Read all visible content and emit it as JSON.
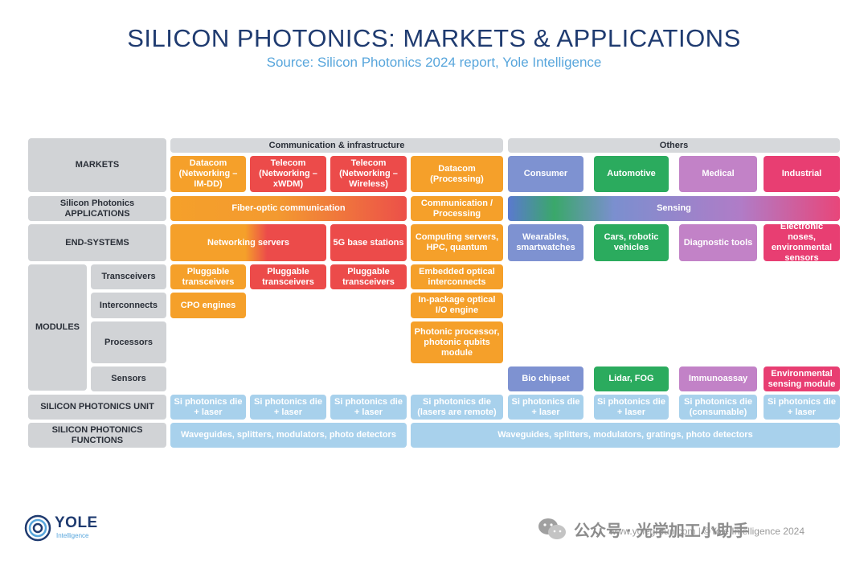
{
  "title": "SILICON PHOTONICS: MARKETS & APPLICATIONS",
  "subtitle": "Source: Silicon Photonics 2024 report, Yole Intelligence",
  "rows": {
    "markets": "MARKETS",
    "applications": "Silicon Photonics APPLICATIONS",
    "end_systems": "END-SYSTEMS",
    "modules": "MODULES",
    "transceivers": "Transceivers",
    "interconnects": "Interconnects",
    "processors": "Processors",
    "sensors": "Sensors",
    "unit": "SILICON PHOTONICS UNIT",
    "functions": "SILICON PHOTONICS FUNCTIONS"
  },
  "groups": {
    "comm": "Communication & infrastructure",
    "others": "Others"
  },
  "markets": {
    "datacom_imdd": "Datacom (Networking – IM-DD)",
    "telecom_xwdm": "Telecom (Networking – xWDM)",
    "telecom_wireless": "Telecom (Networking – Wireless)",
    "datacom_processing": "Datacom (Processing)",
    "consumer": "Consumer",
    "automotive": "Automotive",
    "medical": "Medical",
    "industrial": "Industrial"
  },
  "applications": {
    "fiber": "Fiber-optic communication",
    "comm_processing": "Communication / Processing",
    "sensing": "Sensing"
  },
  "end_systems": {
    "networking_servers": "Networking servers",
    "5g": "5G base stations",
    "computing": "Computing servers, HPC, quantum",
    "wearables": "Wearables, smartwatches",
    "cars": "Cars, robotic vehicles",
    "diagnostic": "Diagnostic tools",
    "noses": "Electronic noses, environmental sensors"
  },
  "modules": {
    "pluggable1": "Pluggable transceivers",
    "pluggable2": "Pluggable transceivers",
    "pluggable3": "Pluggable transceivers",
    "embedded": "Embedded optical interconnects",
    "cpo": "CPO engines",
    "inpackage": "In-package optical I/O engine",
    "photonic_processor": "Photonic processor, photonic qubits module",
    "bio": "Bio chipset",
    "lidar": "Lidar, FOG",
    "immuno": "Immunoassay",
    "env_module": "Environmental sensing module"
  },
  "units": {
    "u1": "Si photonics die + laser",
    "u2": "Si photonics die + laser",
    "u3": "Si photonics die + laser",
    "u4": "Si photonics die (lasers are remote)",
    "u5": "Si photonics die + laser",
    "u6": "Si photonics die + laser",
    "u7": "Si photonics die (consumable)",
    "u8": "Si photonics die + laser"
  },
  "functions": {
    "f1": "Waveguides, splitters, modulators, photo detectors",
    "f2": "Waveguides, splitters, modulators, gratings, photo detectors"
  },
  "footer": {
    "logo": "YOLE",
    "logo_sub": "Intelligence",
    "copyright": "www.yolegroup.com | ©Yole Intelligence 2024",
    "watermark": "公众号 · 光学加工小助手"
  },
  "colors": {
    "title": "#1f3b70",
    "subtitle": "#58a6dc",
    "orange": "#f5a02a",
    "red": "#ec4b4a",
    "consumer": "#7e92d1",
    "automotive": "#2bab5e",
    "medical": "#c282c7",
    "industrial": "#e83e72",
    "unit": "#a8d1ec",
    "header": "#d1d3d6"
  }
}
